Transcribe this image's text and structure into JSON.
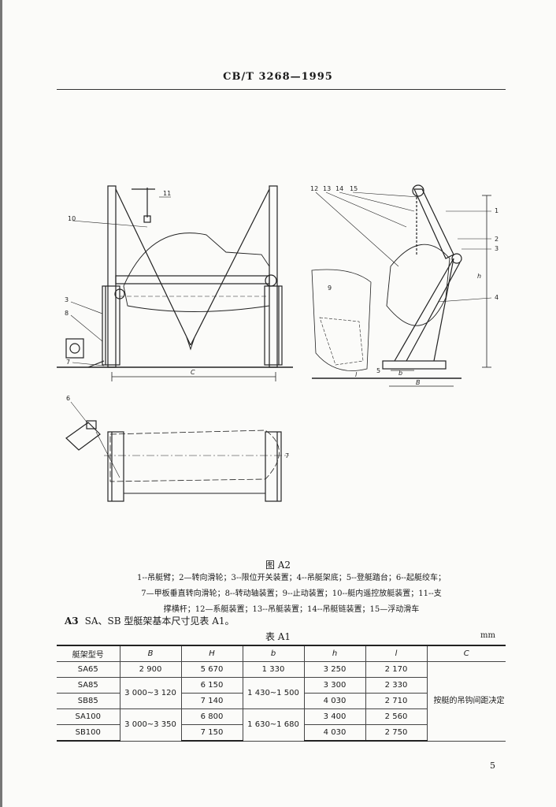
{
  "header": {
    "standard_code": "CB/T 3268—1995"
  },
  "figure": {
    "caption": "图 A2",
    "legend_lines": [
      "1--吊艇臂；2—转向滑轮；3--限位开关装置；4--吊艇架底；5--登艇踏台；6--起艇绞车；",
      "7—甲板垂直转向滑轮；8--转动轴装置；9--止动装置；10--艇内遥控放艇装置；11--支",
      "撑横杆；12—系艇装置；13--吊艇装置；14--吊艇链装置；15—浮动滑车"
    ],
    "labels": {
      "C": "C",
      "B": "B",
      "b": "b",
      "h": "h",
      "l": "l",
      "n1": "1",
      "n2": "2",
      "n3": "3",
      "n4": "4",
      "n5": "5",
      "n6": "6",
      "n7": "7",
      "n8": "8",
      "n9": "9",
      "n10": "10",
      "n11": "11",
      "n12": "12",
      "n13": "13",
      "n14": "14",
      "n15": "15"
    }
  },
  "section": {
    "number": "A3",
    "text": "SA、SB 型艇架基本尺寸见表 A1。"
  },
  "table": {
    "title": "表 A1",
    "unit": "mm",
    "headers": [
      "艇架型号",
      "B",
      "H",
      "b",
      "h",
      "l",
      "C"
    ],
    "rows": [
      {
        "model": "SA65",
        "B": "2 900",
        "H": "5 670",
        "b": "1 330",
        "h": "3 250",
        "l": "2 170"
      },
      {
        "model": "SA85",
        "H": "6 150",
        "h": "3 300",
        "l": "2 330"
      },
      {
        "model": "SB85",
        "H": "7 140",
        "h": "4 030",
        "l": "2 710"
      },
      {
        "model": "SA100",
        "H": "6 800",
        "h": "3 400",
        "l": "2 560"
      },
      {
        "model": "SB100",
        "H": "7 150",
        "h": "4 030",
        "l": "2 750"
      }
    ],
    "merged": {
      "B_85": "3 000~3 120",
      "b_85": "1 430~1 500",
      "B_100": "3 000~3 350",
      "b_100": "1 630~1 680",
      "C_note": "按艇的吊钩间距决定"
    }
  },
  "page_number": "5"
}
